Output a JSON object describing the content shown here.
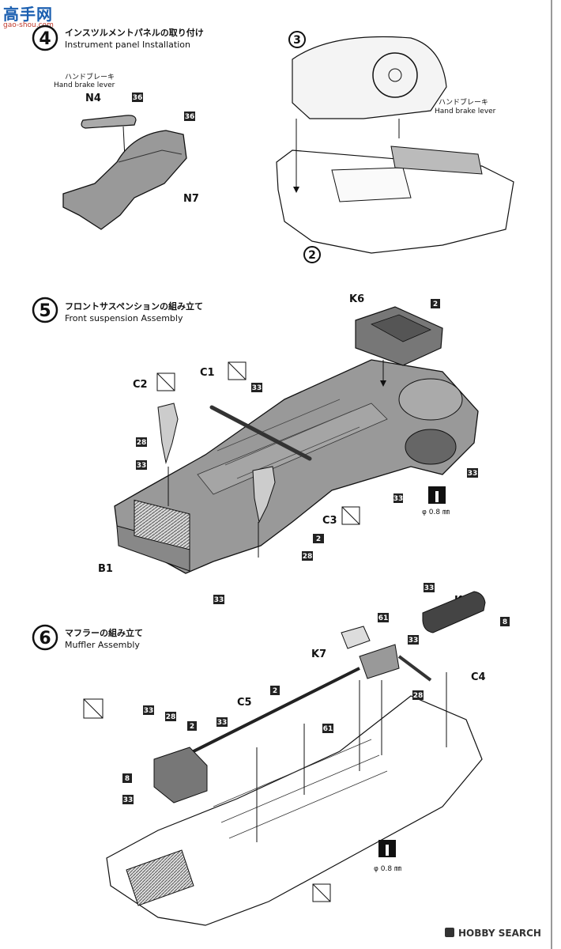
{
  "watermark_top": {
    "main": "高手网",
    "sub": "gao-shou.com"
  },
  "steps": [
    {
      "number": "4",
      "title_jp": "インスツルメントパネルの取り付け",
      "title_en": "Instrument panel Installation"
    },
    {
      "number": "5",
      "title_jp": "フロントサスペンションの組み立て",
      "title_en": "Front suspension Assembly"
    },
    {
      "number": "6",
      "title_jp": "マフラーの組み立て",
      "title_en": "Muffler Assembly"
    }
  ],
  "step4": {
    "hand_brake_jp": "ハンドブレーキ",
    "hand_brake_en": "Hand brake lever",
    "right_hand_brake_jp": "ハンドブレーキ",
    "right_hand_brake_en": "Hand brake lever",
    "parts": [
      "N4",
      "N7"
    ],
    "codes": [
      "36",
      "36"
    ],
    "circled": [
      "3",
      "2"
    ]
  },
  "step5": {
    "parts": [
      "K6",
      "C1",
      "C2",
      "C3",
      "B1"
    ],
    "codes": [
      "2",
      "33",
      "28",
      "33",
      "33",
      "2",
      "28",
      "33",
      "33"
    ],
    "drill_label": "φ 0.8 ㎜"
  },
  "step6": {
    "parts": [
      "K8",
      "K7",
      "C4",
      "C5"
    ],
    "codes": [
      "33",
      "8",
      "61",
      "33",
      "28",
      "2",
      "33",
      "28",
      "2",
      "33",
      "61",
      "8",
      "33"
    ],
    "drill_label": "φ 0.8 ㎜"
  },
  "footer": {
    "brand": "HOBBY SEARCH"
  }
}
